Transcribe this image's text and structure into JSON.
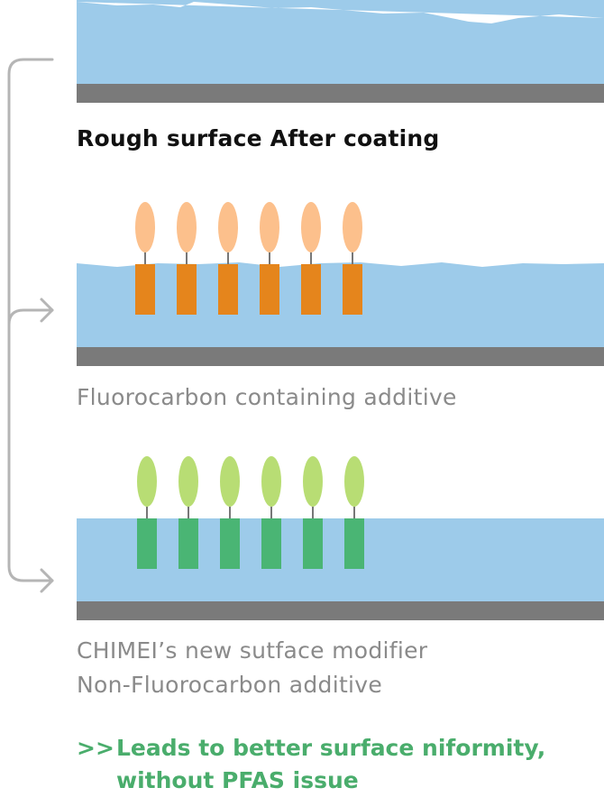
{
  "colors": {
    "coating": "#9dcbea",
    "substrate": "#7a7a7a",
    "bracket": "#b5b5b5",
    "fluoro_head": "#fcc08c",
    "fluoro_body": "#e5851c",
    "chimei_head": "#b8dd74",
    "chimei_body": "#4ab574",
    "stem": "#777777",
    "conclusion": "#4aad6c"
  },
  "labels": {
    "rough": "Rough surface After coating",
    "fluoro": "Fluorocarbon containing additive",
    "chimei_line1": "CHIMEI’s new sutface modifier",
    "chimei_line2": "Non-Fluorocarbon additive"
  },
  "conclusion": {
    "prefix": ">>",
    "line1": "Leads to better surface niformity,",
    "line2": "without PFAS issue"
  },
  "panels": [
    {
      "name": "rough-surface",
      "additive_count": 0
    },
    {
      "name": "fluorocarbon",
      "additive_count": 6
    },
    {
      "name": "non-fluorocarbon",
      "additive_count": 6
    }
  ],
  "icons": [
    "bracket-arrow-icon"
  ]
}
